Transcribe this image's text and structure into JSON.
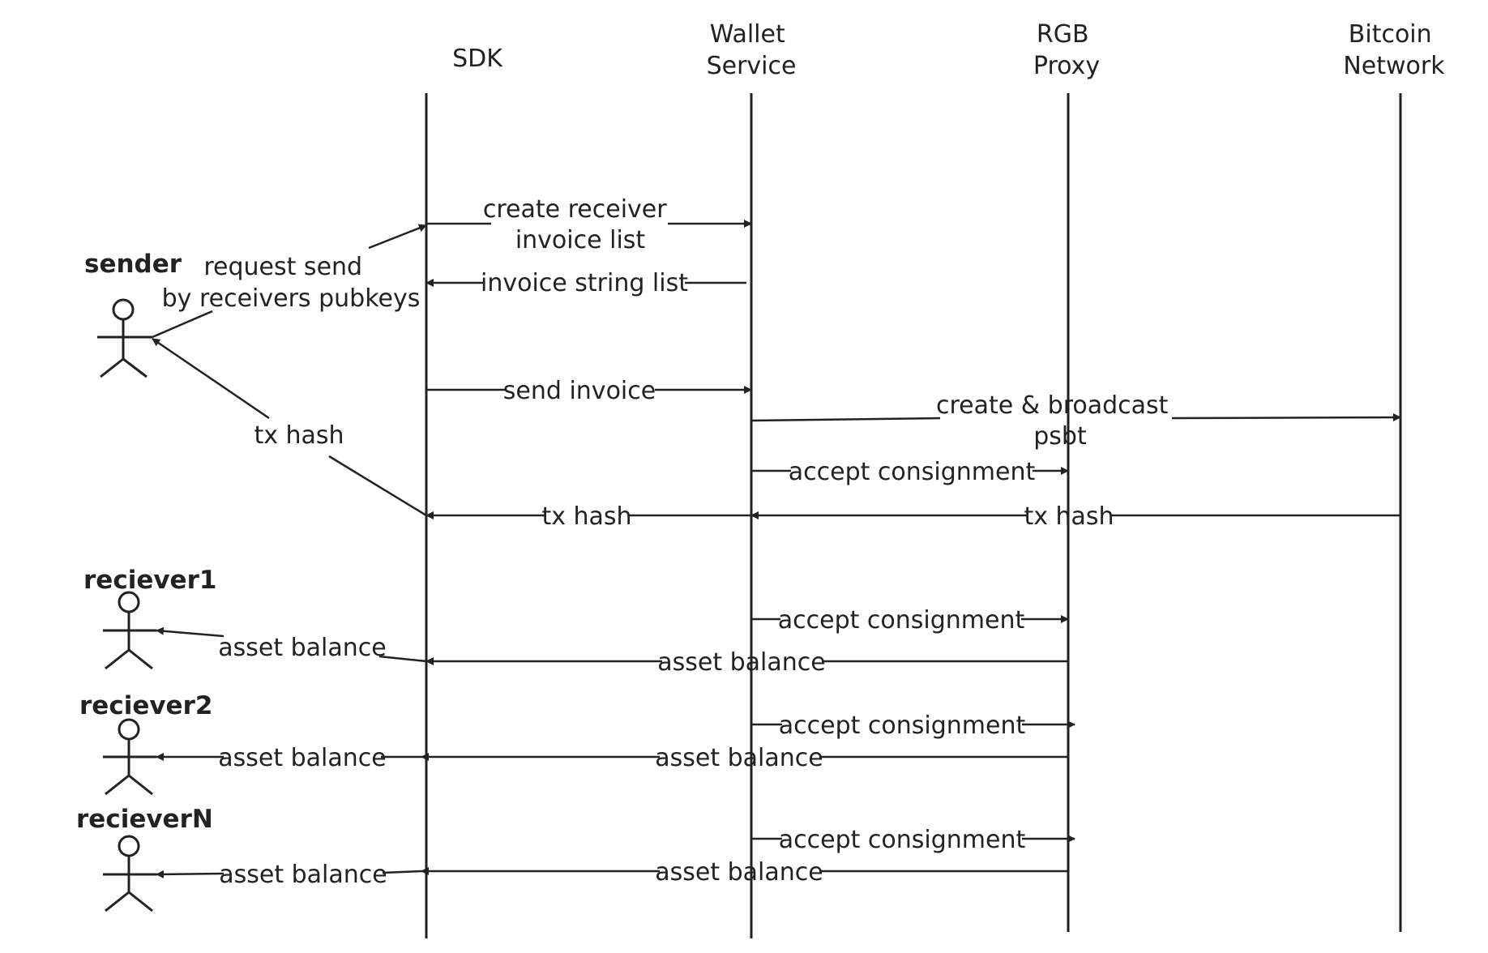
{
  "participants": [
    {
      "id": "sdk",
      "lines": [
        "SDK"
      ]
    },
    {
      "id": "wallet",
      "lines": [
        "Wallet",
        "Service"
      ]
    },
    {
      "id": "rgb",
      "lines": [
        "RGB",
        "Proxy"
      ]
    },
    {
      "id": "bitcoin",
      "lines": [
        "Bitcoin",
        "Network"
      ]
    }
  ],
  "actors": {
    "sender": "sender",
    "receiver1": "reciever1",
    "receiver2": "reciever2",
    "receiverN": "recieverN"
  },
  "messages": {
    "request_send": [
      "request send",
      "by receivers pubkeys"
    ],
    "create_receiver_invoice_list": [
      "create receiver",
      "invoice list"
    ],
    "invoice_string_list": "invoice string list",
    "send_invoice": "send invoice",
    "create_broadcast_psbt": [
      "create & broadcast",
      "psbt"
    ],
    "accept_consignment_1": "accept consignment",
    "tx_hash_network": "tx hash",
    "tx_hash_sdk": "tx hash",
    "tx_hash_sender": "tx hash",
    "accept_consignment_2": "accept consignment",
    "asset_balance_r1_sdk": "asset balance",
    "asset_balance_r1": "asset balance",
    "accept_consignment_3": "accept consignment",
    "asset_balance_r2_sdk": "asset balance",
    "asset_balance_r2": "asset balance",
    "accept_consignment_4": "accept consignment",
    "asset_balance_rn_sdk": "asset balance",
    "asset_balance_rn": "asset balance"
  }
}
